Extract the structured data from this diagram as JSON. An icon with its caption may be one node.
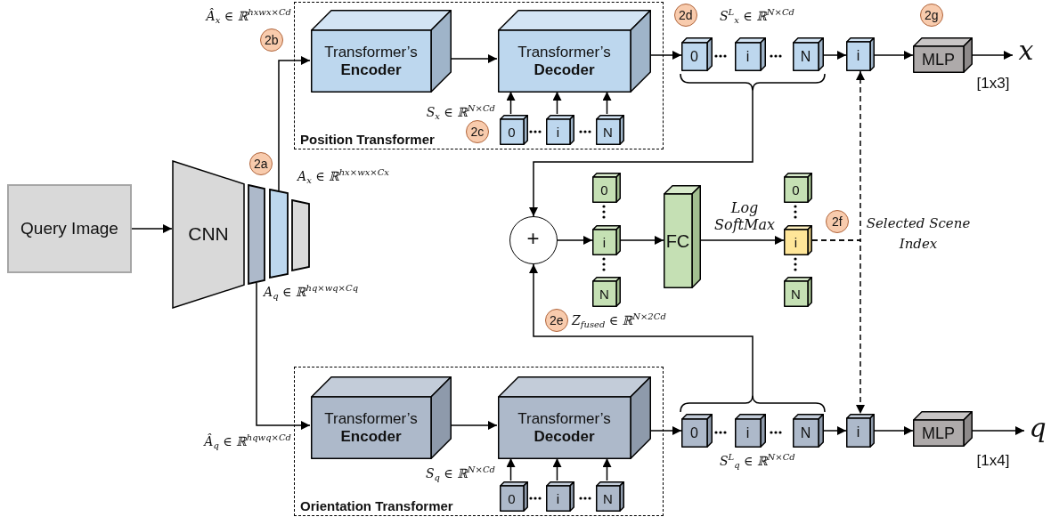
{
  "diagram": {
    "nodes": [
      {
        "text": [
          "Query Image"
        ]
      },
      {
        "text": [
          "CNN"
        ]
      },
      {
        "text": [],
        "shape": "bar"
      },
      {
        "text": [],
        "shape": "bar"
      },
      {
        "text": [],
        "shape": "bar"
      },
      {
        "text": [
          "Position Transformer"
        ]
      },
      {
        "text": [
          "Transformer’s **Encoder**"
        ],
        "in": 5
      },
      {
        "text": [
          "Transformer’s **Decoder**"
        ],
        "in": 5
      },
      {
        "text": [
          "0"
        ],
        "in": 5
      },
      {
        "text": [
          "i"
        ],
        "in": 5
      },
      {
        "text": [
          "N"
        ],
        "in": 5
      },
      {
        "text": [
          "0"
        ]
      },
      {
        "text": [
          "i"
        ]
      },
      {
        "text": [
          "N"
        ]
      },
      {
        "text": [
          "i"
        ]
      },
      {
        "text": [
          "MLP"
        ]
      },
      {
        "text": [
          "x"
        ]
      },
      {
        "text": [
          "+"
        ]
      },
      {
        "text": [
          "0"
        ]
      },
      {
        "text": [
          "i"
        ]
      },
      {
        "text": [
          "N"
        ]
      },
      {
        "text": [
          "FC"
        ]
      },
      {
        "text": [
          "0"
        ]
      },
      {
        "text": [
          "i"
        ]
      },
      {
        "text": [
          "N"
        ]
      },
      {
        "text": [
          "Orientation Transformer"
        ]
      },
      {
        "text": [
          "Transformer’s **Encoder**"
        ],
        "in": 25
      },
      {
        "text": [
          "Transformer’s **Decoder**"
        ],
        "in": 25
      },
      {
        "text": [
          "0"
        ],
        "in": 25
      },
      {
        "text": [
          "i"
        ],
        "in": 25
      },
      {
        "text": [
          "N"
        ],
        "in": 25
      },
      {
        "text": [
          "0"
        ]
      },
      {
        "text": [
          "i"
        ]
      },
      {
        "text": [
          "N"
        ]
      },
      {
        "text": [
          "i"
        ]
      },
      {
        "text": [
          "MLP"
        ]
      },
      {
        "text": [
          "q"
        ]
      },
      {
        "text": [
          "2a"
        ]
      },
      {
        "text": [
          "2b"
        ]
      },
      {
        "text": [
          "2c"
        ],
        "in": 5
      },
      {
        "text": [
          "2d"
        ]
      },
      {
        "text": [
          "2e"
        ]
      },
      {
        "text": [
          "2f"
        ]
      },
      {
        "text": [
          "2g"
        ]
      },
      {
        "text": [],
        "shape": "brace"
      },
      {
        "text": [],
        "shape": "brace"
      }
    ],
    "edges": [
      {
        "from": 0,
        "to": 1,
        "arrow": "to"
      },
      {
        "from": 3,
        "to": 6,
        "arrow": "to"
      },
      {
        "from": 2,
        "to": 26,
        "arrow": "to"
      },
      {
        "from": 6,
        "to": 7,
        "arrow": "to"
      },
      {
        "from": 8,
        "to": 7,
        "arrow": "to"
      },
      {
        "from": 9,
        "to": 7,
        "arrow": "to"
      },
      {
        "from": 10,
        "to": 7,
        "arrow": "to"
      },
      {
        "from": 7,
        "to": 11,
        "arrow": "to"
      },
      {
        "from": 44,
        "to": 17,
        "arrow": "to"
      },
      {
        "from": 13,
        "to": 14,
        "arrow": "to"
      },
      {
        "from": 14,
        "to": 15,
        "arrow": "to"
      },
      {
        "from": 15,
        "to": 16,
        "arrow": "to",
        "label": "[1x3]"
      },
      {
        "from": 17,
        "to": 19,
        "arrow": "to"
      },
      {
        "from": 19,
        "to": 21,
        "arrow": "to"
      },
      {
        "from": 21,
        "to": 23,
        "arrow": "to",
        "label": "Log SoftMax"
      },
      {
        "from": 23,
        "to": 14,
        "arrow": "to",
        "style": "dashed"
      },
      {
        "from": 23,
        "to": 34,
        "arrow": "to",
        "style": "dashed"
      },
      {
        "from": 26,
        "to": 27,
        "arrow": "to"
      },
      {
        "from": 28,
        "to": 27,
        "arrow": "to"
      },
      {
        "from": 29,
        "to": 27,
        "arrow": "to"
      },
      {
        "from": 30,
        "to": 27,
        "arrow": "to"
      },
      {
        "from": 27,
        "to": 31,
        "arrow": "to"
      },
      {
        "from": 45,
        "to": 17,
        "arrow": "to"
      },
      {
        "from": 33,
        "to": 34,
        "arrow": "to"
      },
      {
        "from": 34,
        "to": 35,
        "arrow": "to"
      },
      {
        "from": 35,
        "to": 36,
        "arrow": "to",
        "label": "[1x4]"
      }
    ],
    "labels": [
      "Â$_{x}$ ∈ ℝ$^{hxwx×Cd}$",
      "S$^{L}$$_{x}$ ∈ ℝ$^{N×Cd}$",
      "S$_{x}$ ∈ ℝ$^{N×Cd}$",
      "A$_{x}$ ∈ ℝ$^{hx×wx×Cx}$",
      "Selected Scene Index",
      "A$_{q}$ ∈ ℝ$^{hq×wq×Cq}$",
      "Z$_{fused}$ ∈ ℝ$^{N×2Cd}$",
      "Â$_{q}$ ∈ ℝ$^{hqwq×Cd}$",
      "S$^{L}$$_{q}$ ∈ ℝ$^{N×Cd}$",
      "S$_{q}$ ∈ ℝ$^{N×Cd}$"
    ]
  }
}
